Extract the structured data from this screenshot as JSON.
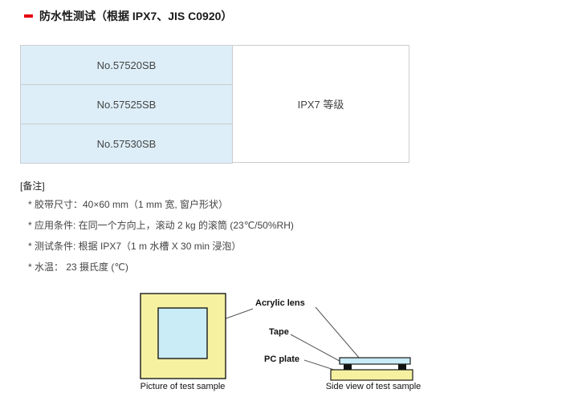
{
  "page": {
    "title": "防水性测试（根据 IPX7、JIS C0920）"
  },
  "table": {
    "models": [
      "No.57520SB",
      "No.57525SB",
      "No.57530SB"
    ],
    "rating": "IPX7 等级"
  },
  "notes": {
    "header": "[备注]",
    "items": [
      "* 胶带尺寸：40×60 mm（1 mm 宽, 窗户形状）",
      "* 应用条件: 在同一个方向上，滚动 2 kg 的滚筒 (23℃/50%RH)",
      "* 测试条件: 根据 IPX7（1 m 水槽 X 30 min 浸泡）",
      "* 水温： 23 摄氏度 (℃)"
    ]
  },
  "diagram": {
    "labels": {
      "acrylic_lens": "Acrylic lens",
      "tape": "Tape",
      "pc_plate": "PC plate"
    },
    "captions": {
      "picture": "Picture of test sample",
      "side_view": "Side view of test sample"
    }
  },
  "colors": {
    "accent_red": "#e60012",
    "table_cell_blue": "#ddeef8",
    "diagram_yellow": "#f5f1a0",
    "diagram_blue": "#c9ecf6",
    "outline_black": "#1a1a1a",
    "leader_line": "#555555"
  }
}
